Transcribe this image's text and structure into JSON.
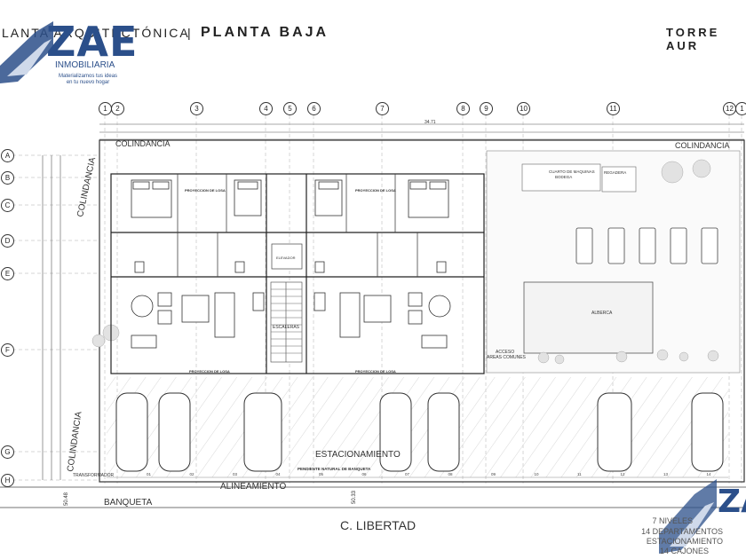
{
  "header": {
    "title_left": "LANTA ARQUITECTÓNICA",
    "separator": "|",
    "title_main": "PLANTA BAJA",
    "title_right": "TORRE AUR"
  },
  "logo": {
    "brand": "ZAE",
    "sub": "INMOBILIARIA",
    "tagline_1": "Materializamos tus ideas",
    "tagline_2": "en tu nuevo hogar",
    "color": "#2b4f8a"
  },
  "summary": {
    "line1": "7 NIVELES",
    "line2": "14 DEPARTAMENTOS",
    "line3": "ESTACIONAMIENTO",
    "line4": "14 CAJONES"
  },
  "plan": {
    "column_axes": [
      "1",
      "2",
      "3",
      "4",
      "5",
      "6",
      "7",
      "8",
      "9",
      "10",
      "11",
      "12",
      "1"
    ],
    "row_axes": [
      "A",
      "B",
      "C",
      "D",
      "E",
      "F",
      "G",
      "H"
    ],
    "overall_dimension": "34.71",
    "labels": {
      "colindancia_top_left": "COLINDANCIA",
      "colindancia_top_right": "COLINDANCIA",
      "colindancia_left_upper": "COLINDANCIA",
      "colindancia_left_lower": "COLINDANCIA",
      "estacionamiento": "ESTACIONAMIENTO",
      "alineamiento": "ALINEAMIENTO",
      "banqueta": "BANQUETA",
      "street": "C. LIBERTAD",
      "escaleras": "ESCALERAS",
      "elevador": "ELEVADOR",
      "acceso": "ACCESO",
      "areas_comunes": "AREAS COMUNES",
      "alberca": "ALBERCA",
      "transformador": "TRANSFORMADOR",
      "cuarto_maquinas": "CUARTO DE MAQUINAS",
      "bodega": "BODEGA",
      "regadera": "REGADERA",
      "proyeccion_losa": "PROYECCION DE LOSA",
      "pendiente": "PENDIENTE NATURAL DE BANQUETA",
      "dim_left": "50.48",
      "dim_mid": "50.33"
    },
    "parking_numbers": [
      "01",
      "02",
      "03",
      "04",
      "05",
      "06",
      "07",
      "08",
      "09",
      "10",
      "11",
      "12",
      "13",
      "14"
    ]
  }
}
